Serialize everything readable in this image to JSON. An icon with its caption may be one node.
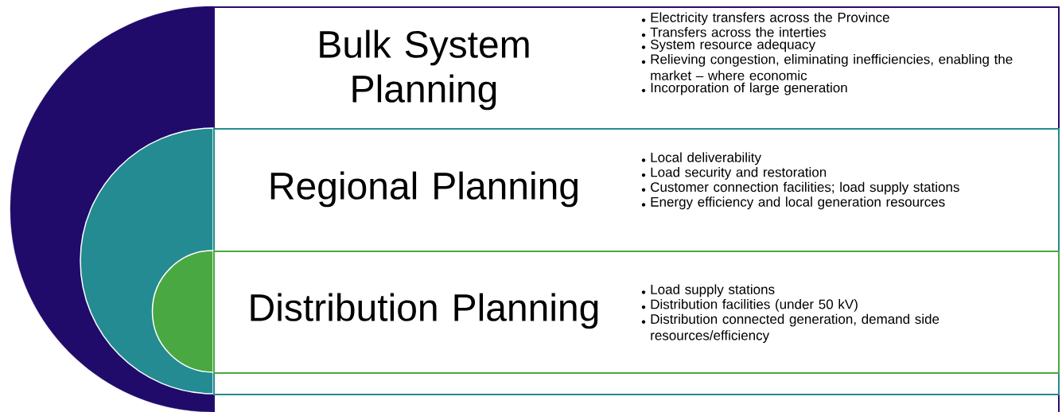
{
  "diagram": {
    "nodes": [
      {
        "text": [
          "Bulk System Planning",
          "Electricity transfers across the Province",
          "Transfers across the interties",
          "System resource adequacy",
          "Relieving congestion, eliminating inefficiencies, enabling the market – where economic",
          "Incorporation of large generation"
        ]
      },
      {
        "text": [
          "Regional Planning",
          "Local deliverability",
          "Load security and restoration",
          "Customer connection facilities; load supply stations",
          "Energy efficiency and local generation resources"
        ],
        "in": 0
      },
      {
        "text": [
          "Distribution Planning",
          "Load supply stations",
          "Distribution facilities (under 50 kV)",
          "Distribution connected generation, demand side resources/efficiency"
        ],
        "in": 1
      }
    ]
  }
}
